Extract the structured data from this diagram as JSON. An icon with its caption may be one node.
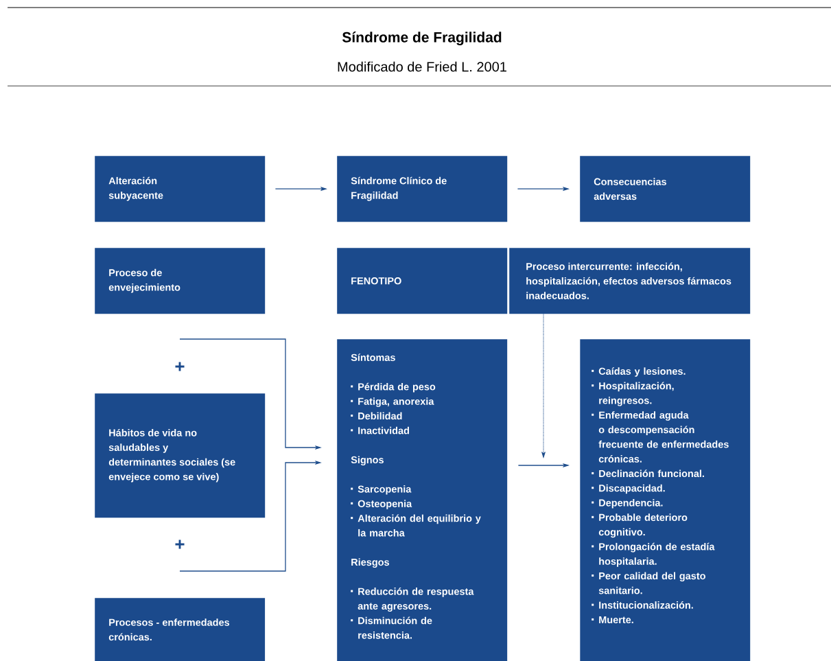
{
  "diagram": {
    "title": "Síndrome de Fragilidad",
    "nodes": [
      {
        "text": [
          "Alteración subyacente"
        ]
      },
      {
        "text": [
          "Síndrome Clínico de Fragilidad"
        ]
      },
      {
        "text": [
          "Consecuencias adversas"
        ]
      },
      {
        "text": [
          "Proceso de envejecimiento"
        ]
      },
      {
        "text": [
          "FENOTIPO"
        ]
      },
      {
        "text": [
          "Proceso intercurrente: infección, hospitalización, efectos adversos fármacos inadecuados."
        ]
      },
      {
        "text": [
          "Hábitos de vida no saludables y determinantes sociales (se envejece como se vive)"
        ]
      },
      {
        "text": [
          "Procesos - enfermedades crónicas."
        ]
      },
      {
        "text": [
          "Síntomas",
          "Pérdida de peso",
          "Fatiga, anorexia",
          "Debilidad",
          "Inactividad",
          "Signos",
          "Sarcopenia",
          "Osteopenia",
          "Alteración del equilibrio y la marcha",
          "Riesgos",
          "Reducción de respuesta ante agresores.",
          "Disminución de resistencia."
        ]
      },
      {
        "text": [
          "Caídas y lesiones.",
          "Hospitalización, reingresos.",
          "Enfermedad aguda o descompensación frecuente de enfermedades crónicas.",
          "Declinación funcional.",
          "Discapacidad.",
          "Dependencia.",
          "Probable deterioro cognitivo.",
          "Prolongación de estadía hospitalaria.",
          "Peor calidad del gasto sanitario.",
          "Institucionalización.",
          "Muerte."
        ]
      }
    ],
    "edges": [
      {
        "from": 0,
        "to": 1,
        "arrow": "to"
      },
      {
        "from": 1,
        "to": 2,
        "arrow": "to"
      },
      {
        "from": null,
        "to": 8,
        "arrow": "to"
      },
      {
        "from": null,
        "to": 8,
        "arrow": "to"
      },
      {
        "from": 5,
        "to": null,
        "arrow": "to",
        "style": "dashed"
      },
      {
        "from": 8,
        "to": 9,
        "arrow": "to"
      }
    ],
    "labels": [
      "Modificado de Fried L. 2001",
      "+",
      "+"
    ]
  }
}
